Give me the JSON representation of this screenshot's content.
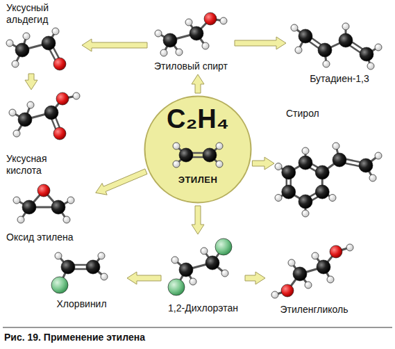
{
  "diagram": {
    "caption": "Рис. 19. Применение этилена",
    "nodes": [
      {
        "text": [
          "Уксусный альдегид"
        ]
      },
      {
        "text": [
          "Этиловый спирт"
        ]
      },
      {
        "text": [
          "Бутадиен-1,3"
        ]
      },
      {
        "text": [
          "Уксусная кислота"
        ]
      },
      {
        "text": [
          "C₂H₄",
          "ЭТИЛЕН"
        ]
      },
      {
        "text": [
          "Стирол"
        ]
      },
      {
        "text": [
          "Оксид этилена"
        ]
      },
      {
        "text": [
          "Хлорвинил"
        ]
      },
      {
        "text": [
          "1,2-Дихлорэтан"
        ]
      },
      {
        "text": [
          "Этиленгликоль"
        ]
      }
    ],
    "edges": [
      {
        "from": 4,
        "to": 1,
        "arrow": "to"
      },
      {
        "from": 1,
        "to": 0,
        "arrow": "to"
      },
      {
        "from": 1,
        "to": 2,
        "arrow": "to"
      },
      {
        "from": 0,
        "to": 3,
        "arrow": "to"
      },
      {
        "from": 4,
        "to": 5,
        "arrow": "to"
      },
      {
        "from": 4,
        "to": 6,
        "arrow": "to"
      },
      {
        "from": 4,
        "to": 8,
        "arrow": "to"
      },
      {
        "from": 8,
        "to": 7,
        "arrow": "to"
      },
      {
        "from": 8,
        "to": 9,
        "arrow": "to"
      }
    ]
  }
}
